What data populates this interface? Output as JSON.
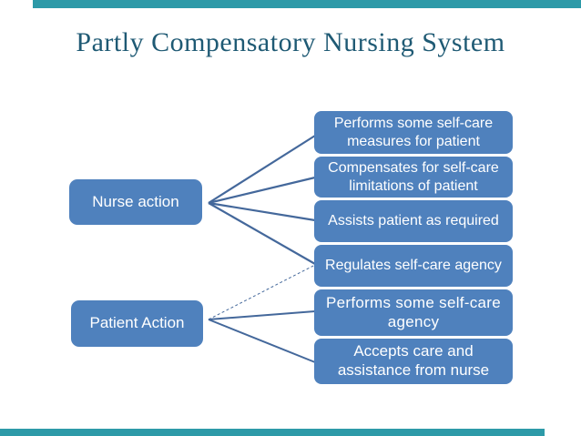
{
  "slide": {
    "title": "Partly Compensatory Nursing System"
  },
  "colors": {
    "background": "#ffffff",
    "title_text": "#1f5a74",
    "accent_bar": "#2d9aa8",
    "box_fill": "#4f81bd",
    "box_text": "#ffffff",
    "connector": "#44689b"
  },
  "diagram": {
    "sources": [
      {
        "id": "nurse",
        "label": "Nurse action"
      },
      {
        "id": "patient",
        "label": "Patient Action"
      }
    ],
    "targets": [
      {
        "label": "Performs some self-care measures for patient"
      },
      {
        "label": "Compensates for self-care limitations of patient"
      },
      {
        "label": "Assists patient as required"
      },
      {
        "label": "Regulates self-care agency"
      },
      {
        "label": "Performs some self-care agency"
      },
      {
        "label": "Accepts care and assistance from nurse"
      }
    ],
    "connections": [
      {
        "from": "nurse",
        "to": 0,
        "style": "solid"
      },
      {
        "from": "nurse",
        "to": 1,
        "style": "solid"
      },
      {
        "from": "nurse",
        "to": 2,
        "style": "solid"
      },
      {
        "from": "nurse",
        "to": 3,
        "style": "solid"
      },
      {
        "from": "patient",
        "to": 3,
        "style": "dashed"
      },
      {
        "from": "patient",
        "to": 4,
        "style": "solid"
      },
      {
        "from": "patient",
        "to": 5,
        "style": "solid"
      }
    ]
  }
}
